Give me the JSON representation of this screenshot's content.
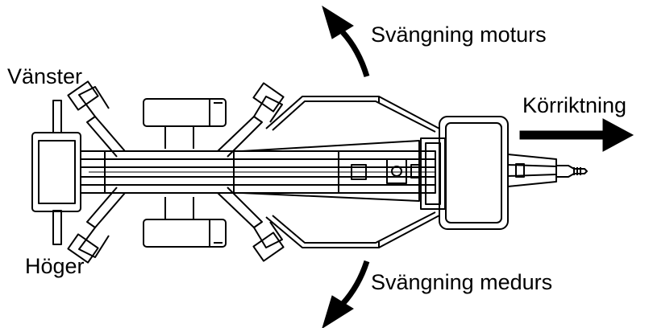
{
  "labels": {
    "left": "Vänster",
    "right": "Höger",
    "swing_ccw": "Svängning moturs",
    "swing_cw": "Svängning medurs",
    "travel_direction": "Körriktning"
  },
  "colors": {
    "line": "#000000",
    "background": "#ffffff"
  }
}
